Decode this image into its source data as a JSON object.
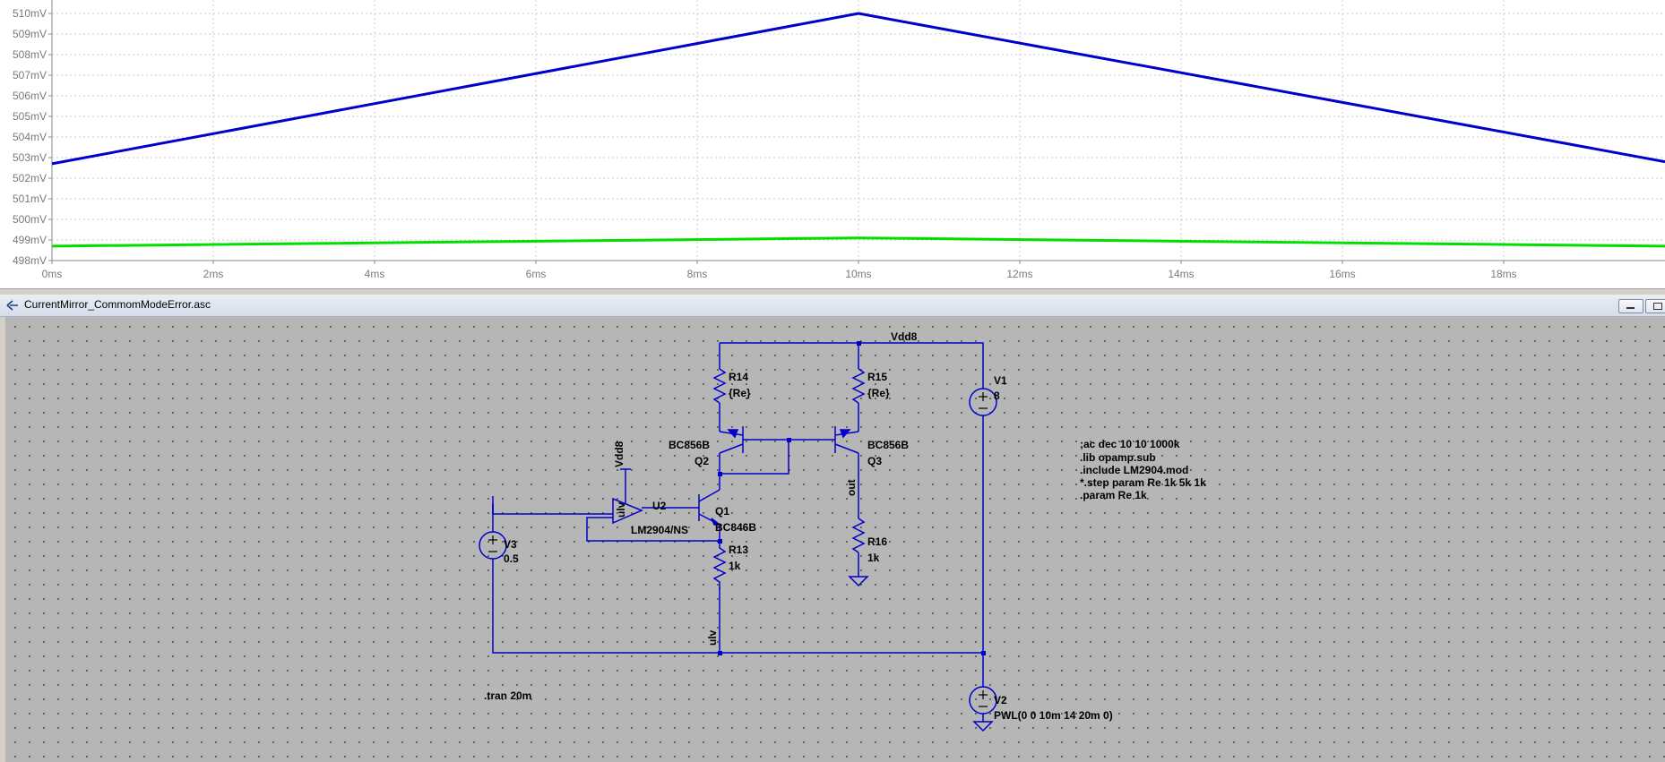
{
  "window": {
    "schematic_title": "CurrentMirror_CommomModeError.asc"
  },
  "icons": {
    "title_icon": "ltspice-schematic-icon",
    "minimize": "minimize-icon",
    "maximize": "maximize-icon"
  },
  "colors": {
    "trace_blue": "#0000cc",
    "trace_green": "#00e000",
    "wire": "#0000cc",
    "schematic_bg": "#b6b6b6",
    "grid": "#c8c8c8"
  },
  "chart_data": {
    "type": "line",
    "xlabel": "",
    "ylabel": "",
    "xlim": [
      0,
      20
    ],
    "ylim": [
      498,
      510
    ],
    "x_ticks": [
      "0ms",
      "2ms",
      "4ms",
      "6ms",
      "8ms",
      "10ms",
      "12ms",
      "14ms",
      "16ms",
      "18ms"
    ],
    "y_ticks": [
      "498mV",
      "499mV",
      "500mV",
      "501mV",
      "502mV",
      "503mV",
      "504mV",
      "505mV",
      "506mV",
      "507mV",
      "508mV",
      "509mV",
      "510mV"
    ],
    "grid": true,
    "series": [
      {
        "color": "#0000cc",
        "x": [
          0,
          10,
          20
        ],
        "y": [
          502.7,
          510.0,
          502.8
        ]
      },
      {
        "color": "#00e000",
        "x": [
          0,
          10,
          20
        ],
        "y": [
          498.7,
          499.1,
          498.7
        ]
      }
    ]
  },
  "schematic": {
    "net_labels": {
      "vdd_top": "Vdd8",
      "vdd_opamp": "Vdd8",
      "out": "out",
      "ulv_opamp": "ulv",
      "ulv_wire": "ulv"
    },
    "components": {
      "R14": {
        "name": "R14",
        "value": "{Re}"
      },
      "R15": {
        "name": "R15",
        "value": "{Re}"
      },
      "R16": {
        "name": "R16",
        "value": "1k"
      },
      "R13": {
        "name": "R13",
        "value": "1k"
      },
      "Q2": {
        "name": "Q2",
        "model": "BC856B"
      },
      "Q3": {
        "name": "Q3",
        "model": "BC856B"
      },
      "Q1": {
        "name": "Q1",
        "model": "BC846B"
      },
      "U2": {
        "name": "U2",
        "model": "LM2904/NS"
      },
      "V1": {
        "name": "V1",
        "value": "8"
      },
      "V2": {
        "name": "V2",
        "value": "PWL(0 0 10m 14 20m 0)"
      },
      "V3": {
        "name": "V3",
        "value": "0.5"
      }
    },
    "directives": [
      ";ac dec 10 10 1000k",
      ".lib opamp.sub",
      ".include LM2904.mod",
      "*.step param Re 1k 5k 1k",
      ".param Re 1k"
    ],
    "tran": ".tran 20m"
  }
}
